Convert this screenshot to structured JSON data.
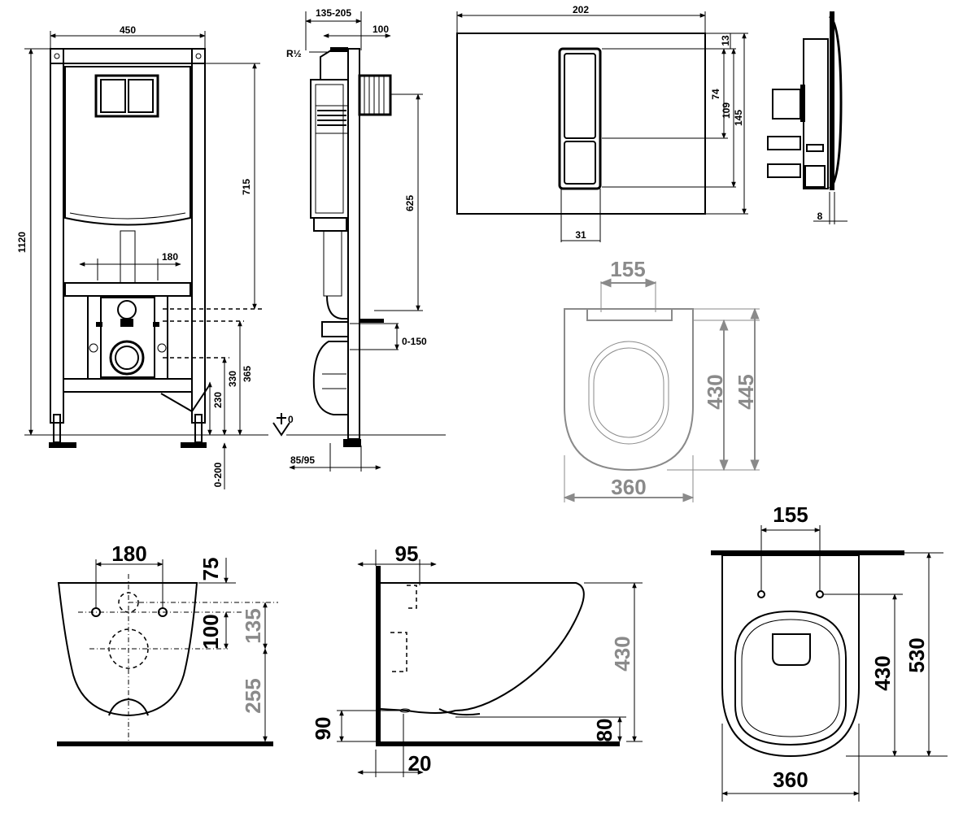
{
  "frame_front": {
    "width_450": "450",
    "height_1120": "1120",
    "height_715": "715",
    "spacing_180": "180",
    "height_365": "365",
    "height_330": "330",
    "height_230": "230",
    "range_0_200": "0-200",
    "zero_mark": "0"
  },
  "frame_side": {
    "depth_135_205": "135-205",
    "depth_100": "100",
    "thread_r12": "R½",
    "height_625": "625",
    "offset_0_150": "0-150",
    "depth_85_95": "85/95"
  },
  "flush_plate": {
    "width_202": "202",
    "height_145": "145",
    "height_109": "109",
    "height_74": "74",
    "offset_13": "13",
    "button_31": "31",
    "depth_8": "8"
  },
  "seat_top": {
    "spacing_155": "155",
    "length_430": "430",
    "length_445": "445",
    "width_360": "360"
  },
  "bowl_back": {
    "spacing_180": "180",
    "offset_75": "75",
    "height_100": "100",
    "height_135": "135",
    "height_255": "255"
  },
  "bowl_side": {
    "offset_95": "95",
    "height_430": "430",
    "height_90": "90",
    "height_80": "80",
    "offset_20": "20"
  },
  "bowl_top": {
    "spacing_155": "155",
    "length_430": "430",
    "length_530": "530",
    "width_360": "360"
  },
  "colors": {
    "line": "#000000",
    "grey_dim": "#8a8a8a",
    "background": "#ffffff"
  }
}
